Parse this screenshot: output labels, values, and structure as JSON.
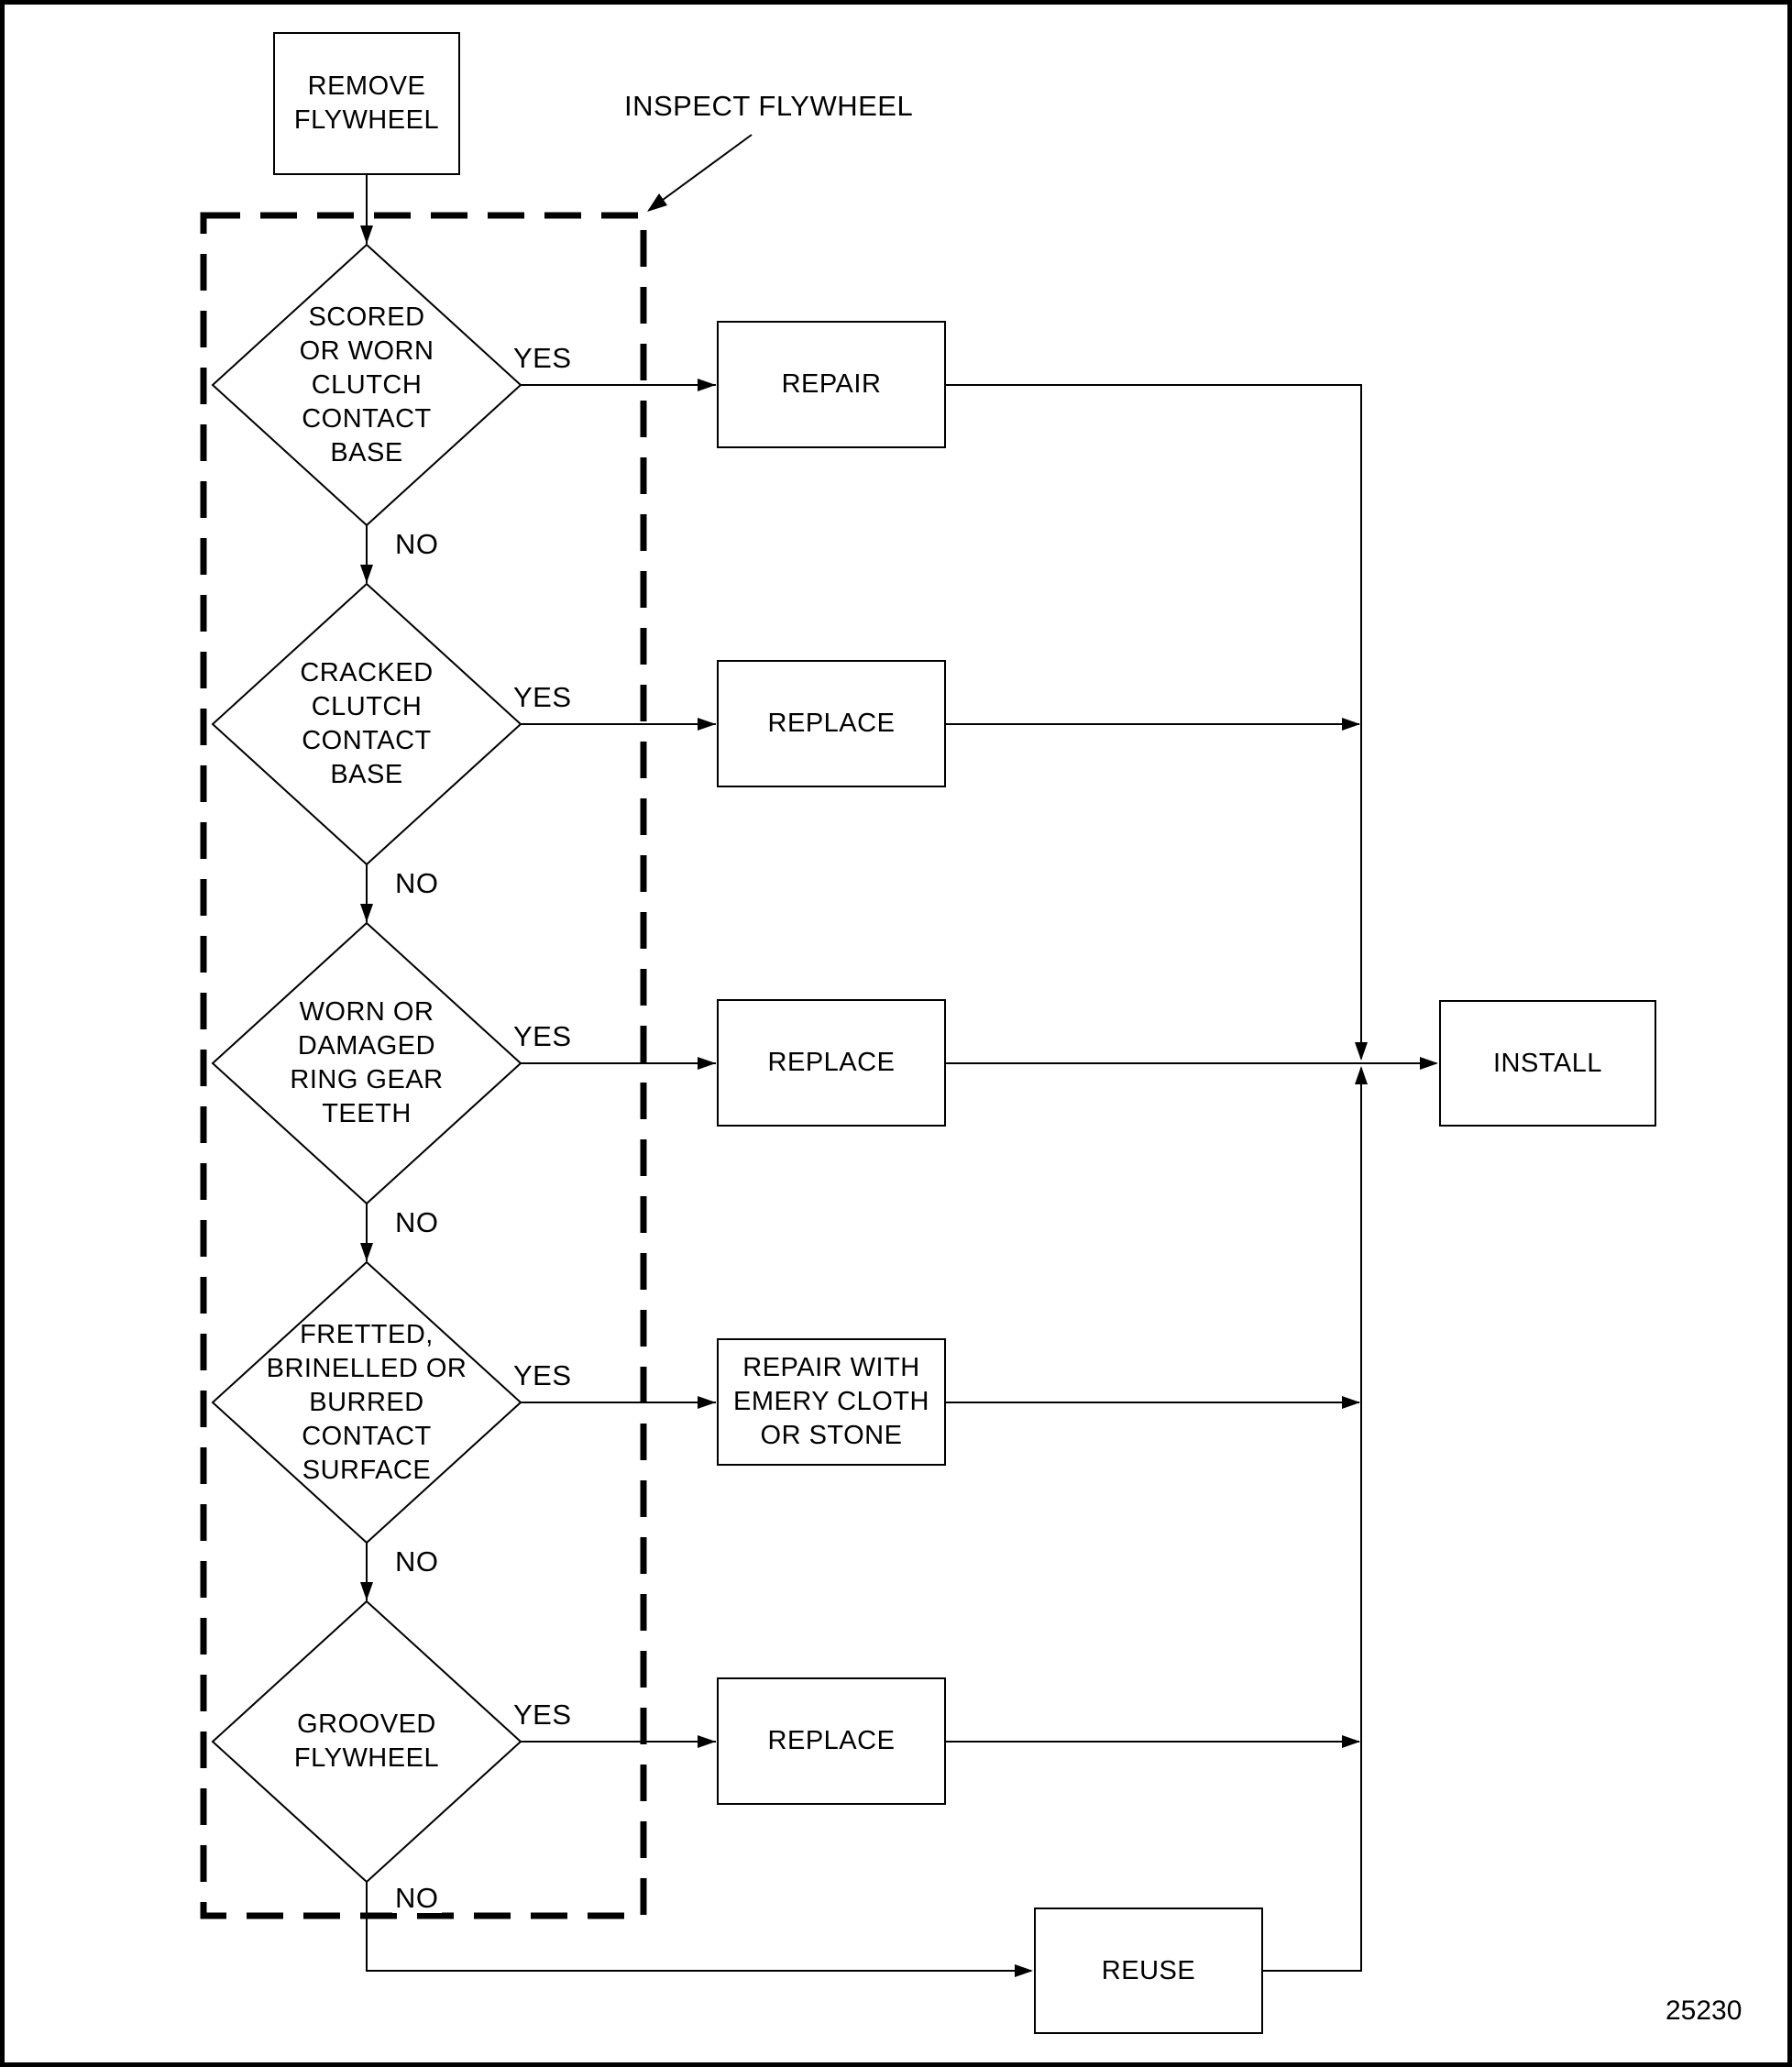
{
  "figure": {
    "number": "25230",
    "labels": {
      "yes": "YES",
      "no": "NO"
    },
    "start": {
      "lines": [
        "REMOVE",
        "FLYWHEEL"
      ]
    },
    "group": {
      "label": "INSPECT FLYWHEEL"
    },
    "decisions": [
      {
        "lines": [
          "SCORED",
          "OR WORN",
          "CLUTCH",
          "CONTACT",
          "BASE"
        ],
        "action": {
          "lines": [
            "REPAIR"
          ]
        }
      },
      {
        "lines": [
          "CRACKED",
          "CLUTCH",
          "CONTACT",
          "BASE"
        ],
        "action": {
          "lines": [
            "REPLACE"
          ]
        }
      },
      {
        "lines": [
          "WORN OR",
          "DAMAGED",
          "RING GEAR",
          "TEETH"
        ],
        "action": {
          "lines": [
            "REPLACE"
          ]
        }
      },
      {
        "lines": [
          "FRETTED,",
          "BRINELLED OR",
          "BURRED",
          "CONTACT",
          "SURFACE"
        ],
        "action": {
          "lines": [
            "REPAIR WITH",
            "EMERY CLOTH",
            "OR STONE"
          ]
        }
      },
      {
        "lines": [
          "GROOVED",
          "FLYWHEEL"
        ],
        "action": {
          "lines": [
            "REPLACE"
          ]
        }
      }
    ],
    "terminals": {
      "install": "INSTALL",
      "reuse": "REUSE"
    },
    "colors": {
      "ink": "#000000",
      "paper": "#ffffff"
    }
  }
}
